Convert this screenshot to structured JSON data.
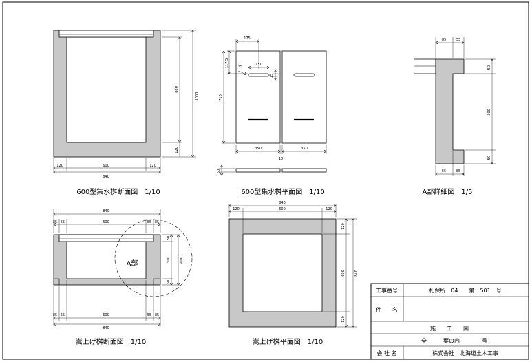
{
  "drawings": {
    "box_section": {
      "caption": "600型集水桝断面図　1/10",
      "dims": {
        "height_total": "1000",
        "height_inner": "880",
        "base": "120",
        "bottom_left": "120",
        "inner_width": "600",
        "bottom_right": "120",
        "total_width": "840"
      }
    },
    "box_plan": {
      "caption": "600型集水桝平面図　1/10",
      "dims": {
        "top_offset": "175",
        "top_slot": "150",
        "left_small": "117.5",
        "slot_width": "15",
        "height": "710",
        "left_width": "350",
        "gap": "10",
        "right_width": "350",
        "r_label": "R",
        "thickness": "50"
      }
    },
    "detail_a": {
      "caption": "A部詳細図　1/5",
      "dims": {
        "top_left": "85",
        "top_right": "55",
        "right_top": "50",
        "right_mid": "300",
        "right_bottom": "50",
        "bottom_left": "55",
        "bottom_right": "85"
      }
    },
    "raise_section": {
      "caption": "嵩上げ桝断面図　1/10",
      "part_label": "A部",
      "dims": {
        "total_width": "840",
        "t85a": "85",
        "t55a": "55",
        "inner_width": "600",
        "t55b": "55",
        "t85b": "85",
        "r50a": "50",
        "r300": "300",
        "r400": "400",
        "r50b": "50",
        "b85a": "85",
        "b55a": "55",
        "b600": "600",
        "b55b": "55",
        "b85b": "85",
        "b840": "840"
      }
    },
    "raise_plan": {
      "caption": "嵩上げ桝平面図　1/10",
      "dims": {
        "total_width": "840",
        "left": "120",
        "inner": "600",
        "right": "120",
        "r_top": "120",
        "r_inner": "600",
        "r_total": "840",
        "r_bottom": "120"
      }
    }
  },
  "title_block": {
    "project_no_label": "工事番号",
    "project_no_value": "札保所　04　　第　501　号",
    "subject_label": "件　　名",
    "drawing_type": "施　　工　　図",
    "sheet_info": "全　　　葉の内　　　　号",
    "company_label": "会 社 名",
    "company_value": "株式会社　北海道土木工事"
  }
}
